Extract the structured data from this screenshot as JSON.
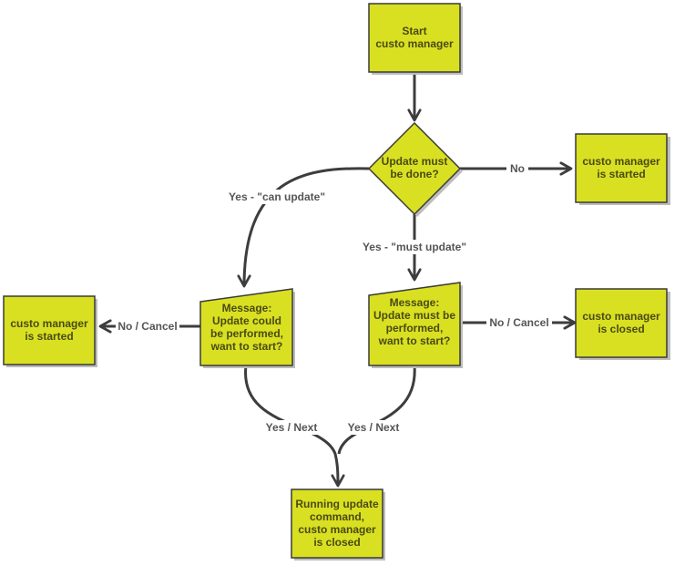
{
  "colors": {
    "fill": "#d9e021",
    "stroke": "#3a3a3a",
    "text": "#4a4a14",
    "connector": "#3d3d3d",
    "label": "#555555",
    "shadow": "#bdbdbd"
  },
  "nodes": {
    "start": [
      "Start",
      "custo manager"
    ],
    "decision": [
      "Update must",
      "be done?"
    ],
    "started_right": [
      "custo manager",
      "is started"
    ],
    "message_left": [
      "Message:",
      "Update could",
      "be performed,",
      "want to start?"
    ],
    "message_right": [
      "Message:",
      "Update must be",
      "performed,",
      "want to start?"
    ],
    "started_left": [
      "custo manager",
      "is started"
    ],
    "closed_right": [
      "custo manager",
      "is closed"
    ],
    "running": [
      "Running update",
      "command,",
      "custo manager",
      "is closed"
    ]
  },
  "edges": {
    "no": "No",
    "can_update": "Yes  - \"can update\"",
    "must_update": "Yes - \"must update\"",
    "no_cancel_left": "No / Cancel",
    "no_cancel_right": "No /  Cancel",
    "yes_next_left": "Yes /  Next",
    "yes_next_right": "Yes / Next"
  }
}
